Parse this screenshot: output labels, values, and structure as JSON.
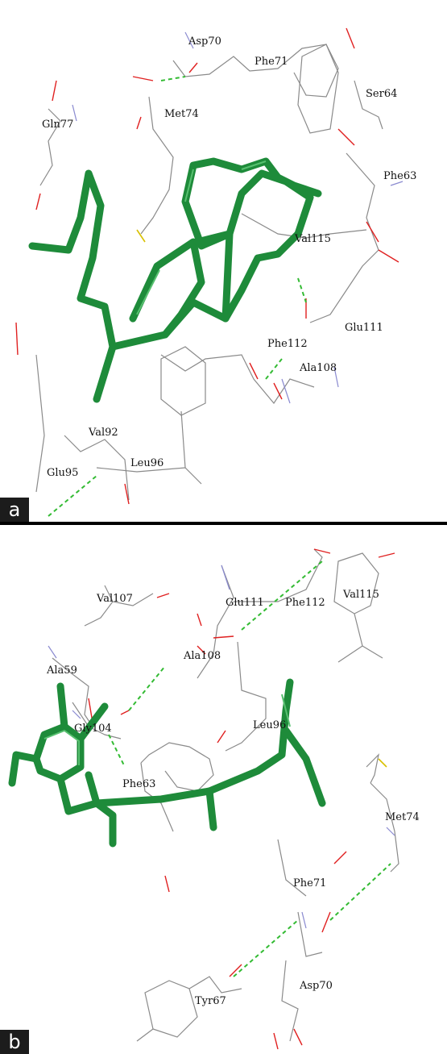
{
  "panels": [
    {
      "letter": "a",
      "residues": [
        "Asp70",
        "Phe71",
        "Gln77",
        "Met74",
        "Ser64",
        "Phe63",
        "Val115",
        "Glu111",
        "Phe112",
        "Ala108",
        "Val92",
        "Glu95",
        "Leu96"
      ]
    },
    {
      "letter": "b",
      "residues": [
        "Val107",
        "Glu111",
        "Phe112",
        "Val115",
        "Ala59",
        "Ala108",
        "Gly104",
        "Leu96",
        "Phe63",
        "Met74",
        "Phe71",
        "Asp70",
        "Tyr67"
      ]
    }
  ],
  "colors": {
    "ligand": "#1e8b3a",
    "hydrogen_bond": "#33bb33",
    "oxygen": "#e02020",
    "nitrogen": "#8a8ad0",
    "sulfur": "#d8c000",
    "carbon": "#8a8a8a"
  }
}
